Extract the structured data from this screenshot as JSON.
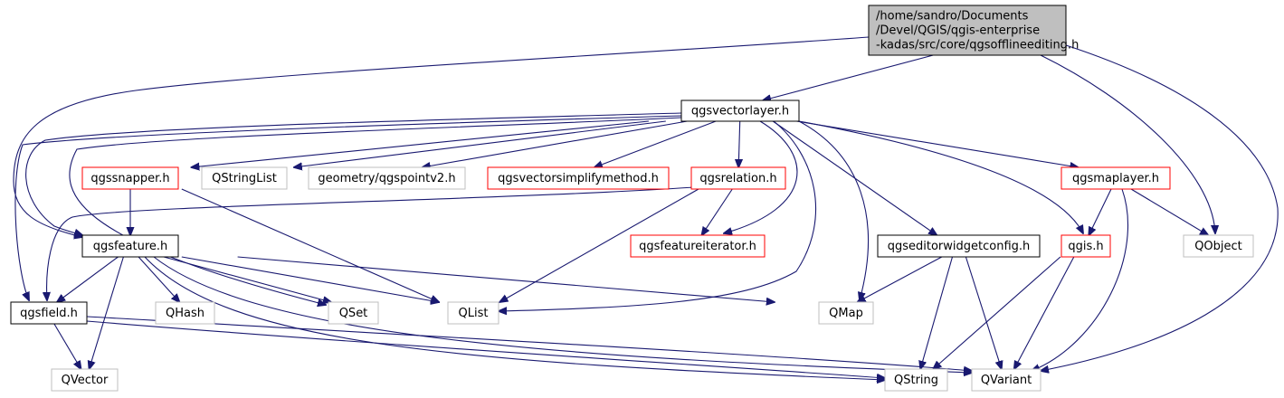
{
  "colors": {
    "edge": "#191970",
    "root_fill": "#bfbfbf",
    "root_border": "#000000",
    "documented_border": "#000000",
    "not_documented_border": "#ff0000",
    "external_border": "#bfbfbf"
  },
  "nodes": [
    {
      "id": "root",
      "lines": [
        "/home/sandro/Documents",
        "/Devel/QGIS/qgis-enterprise",
        "-kadas/src/core/qgsofflineediting.h"
      ],
      "kind": "root"
    },
    {
      "id": "qgsvectorlayer",
      "lines": [
        "qgsvectorlayer.h"
      ],
      "kind": "documented"
    },
    {
      "id": "qgssnapper",
      "lines": [
        "qgssnapper.h"
      ],
      "kind": "truncated"
    },
    {
      "id": "qstringlist",
      "lines": [
        "QStringList"
      ],
      "kind": "external"
    },
    {
      "id": "qgspointv2",
      "lines": [
        "geometry/qgspointv2.h"
      ],
      "kind": "external"
    },
    {
      "id": "qgsvectorsimplifymethod",
      "lines": [
        "qgsvectorsimplifymethod.h"
      ],
      "kind": "truncated"
    },
    {
      "id": "qgsrelation",
      "lines": [
        "qgsrelation.h"
      ],
      "kind": "truncated"
    },
    {
      "id": "qgsmaplayer",
      "lines": [
        "qgsmaplayer.h"
      ],
      "kind": "truncated"
    },
    {
      "id": "qgsfeature",
      "lines": [
        "qgsfeature.h"
      ],
      "kind": "documented"
    },
    {
      "id": "qgsfeatureiterator",
      "lines": [
        "qgsfeatureiterator.h"
      ],
      "kind": "truncated"
    },
    {
      "id": "qgseditorwidgetconfig",
      "lines": [
        "qgseditorwidgetconfig.h"
      ],
      "kind": "documented"
    },
    {
      "id": "qgis",
      "lines": [
        "qgis.h"
      ],
      "kind": "truncated"
    },
    {
      "id": "qobject",
      "lines": [
        "QObject"
      ],
      "kind": "external"
    },
    {
      "id": "qgsfield",
      "lines": [
        "qgsfield.h"
      ],
      "kind": "documented"
    },
    {
      "id": "qhash",
      "lines": [
        "QHash"
      ],
      "kind": "external"
    },
    {
      "id": "qset",
      "lines": [
        "QSet"
      ],
      "kind": "external"
    },
    {
      "id": "qlist",
      "lines": [
        "QList"
      ],
      "kind": "external"
    },
    {
      "id": "qmap",
      "lines": [
        "QMap"
      ],
      "kind": "external"
    },
    {
      "id": "qvector",
      "lines": [
        "QVector"
      ],
      "kind": "external"
    },
    {
      "id": "qstring",
      "lines": [
        "QString"
      ],
      "kind": "external"
    },
    {
      "id": "qvariant",
      "lines": [
        "QVariant"
      ],
      "kind": "external"
    }
  ],
  "edges": [
    [
      "root",
      "qgsvectorlayer"
    ],
    [
      "root",
      "qgsfeature"
    ],
    [
      "root",
      "qobject"
    ],
    [
      "root",
      "qvariant"
    ],
    [
      "qgsvectorlayer",
      "qgssnapper"
    ],
    [
      "qgsvectorlayer",
      "qstringlist"
    ],
    [
      "qgsvectorlayer",
      "qgspointv2"
    ],
    [
      "qgsvectorlayer",
      "qgsvectorsimplifymethod"
    ],
    [
      "qgsvectorlayer",
      "qgsrelation"
    ],
    [
      "qgsvectorlayer",
      "qgsmaplayer"
    ],
    [
      "qgsvectorlayer",
      "qgsfeature"
    ],
    [
      "qgsvectorlayer",
      "qgsfield"
    ],
    [
      "qgsvectorlayer",
      "qset"
    ],
    [
      "qgsvectorlayer",
      "qgsfeatureiterator"
    ],
    [
      "qgsvectorlayer",
      "qlist"
    ],
    [
      "qgsvectorlayer",
      "qmap"
    ],
    [
      "qgsvectorlayer",
      "qgseditorwidgetconfig"
    ],
    [
      "qgsvectorlayer",
      "qgis"
    ],
    [
      "qgssnapper",
      "qgsfeature"
    ],
    [
      "qgssnapper",
      "qlist"
    ],
    [
      "qgsrelation",
      "qgsfeatureiterator"
    ],
    [
      "qgsrelation",
      "qlist"
    ],
    [
      "qgsrelation",
      "qgsfield"
    ],
    [
      "qgsmaplayer",
      "qgis"
    ],
    [
      "qgsmaplayer",
      "qobject"
    ],
    [
      "qgsmaplayer",
      "qvariant"
    ],
    [
      "qgsfeature",
      "qgsfield"
    ],
    [
      "qgsfeature",
      "qhash"
    ],
    [
      "qgsfeature",
      "qset"
    ],
    [
      "qgsfeature",
      "qlist"
    ],
    [
      "qgsfeature",
      "qmap"
    ],
    [
      "qgsfeature",
      "qvector"
    ],
    [
      "qgsfeature",
      "qstring"
    ],
    [
      "qgsfeature",
      "qvariant"
    ],
    [
      "qgseditorwidgetconfig",
      "qmap"
    ],
    [
      "qgseditorwidgetconfig",
      "qstring"
    ],
    [
      "qgseditorwidgetconfig",
      "qvariant"
    ],
    [
      "qgis",
      "qstring"
    ],
    [
      "qgis",
      "qvariant"
    ],
    [
      "qgsfield",
      "qvector"
    ],
    [
      "qgsfield",
      "qstring"
    ],
    [
      "qgsfield",
      "qvariant"
    ]
  ]
}
